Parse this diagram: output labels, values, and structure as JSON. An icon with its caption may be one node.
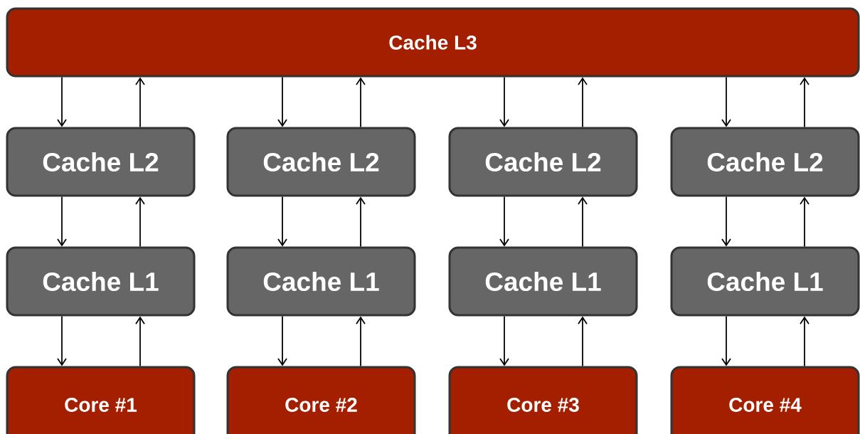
{
  "diagram": {
    "nodes": [
      {
        "text": [
          "Cache L3"
        ]
      },
      {
        "text": [
          "Cache L2"
        ]
      },
      {
        "text": [
          "Cache L2"
        ]
      },
      {
        "text": [
          "Cache L2"
        ]
      },
      {
        "text": [
          "Cache L2"
        ]
      },
      {
        "text": [
          "Cache L1"
        ]
      },
      {
        "text": [
          "Cache L1"
        ]
      },
      {
        "text": [
          "Cache L1"
        ]
      },
      {
        "text": [
          "Cache L1"
        ]
      },
      {
        "text": [
          "Core #1"
        ]
      },
      {
        "text": [
          "Core #2"
        ]
      },
      {
        "text": [
          "Core #3"
        ]
      },
      {
        "text": [
          "Core #4"
        ]
      }
    ],
    "edges": [
      {
        "from": 0,
        "to": 1,
        "arrow": "to"
      },
      {
        "from": 1,
        "to": 0,
        "arrow": "to"
      },
      {
        "from": 0,
        "to": 2,
        "arrow": "to"
      },
      {
        "from": 2,
        "to": 0,
        "arrow": "to"
      },
      {
        "from": 0,
        "to": 3,
        "arrow": "to"
      },
      {
        "from": 3,
        "to": 0,
        "arrow": "to"
      },
      {
        "from": 0,
        "to": 4,
        "arrow": "to"
      },
      {
        "from": 4,
        "to": 0,
        "arrow": "to"
      },
      {
        "from": 1,
        "to": 5,
        "arrow": "to"
      },
      {
        "from": 5,
        "to": 1,
        "arrow": "to"
      },
      {
        "from": 2,
        "to": 6,
        "arrow": "to"
      },
      {
        "from": 6,
        "to": 2,
        "arrow": "to"
      },
      {
        "from": 3,
        "to": 7,
        "arrow": "to"
      },
      {
        "from": 7,
        "to": 3,
        "arrow": "to"
      },
      {
        "from": 4,
        "to": 8,
        "arrow": "to"
      },
      {
        "from": 8,
        "to": 4,
        "arrow": "to"
      },
      {
        "from": 5,
        "to": 9,
        "arrow": "to"
      },
      {
        "from": 9,
        "to": 5,
        "arrow": "to"
      },
      {
        "from": 6,
        "to": 10,
        "arrow": "to"
      },
      {
        "from": 10,
        "to": 6,
        "arrow": "to"
      },
      {
        "from": 7,
        "to": 11,
        "arrow": "to"
      },
      {
        "from": 11,
        "to": 7,
        "arrow": "to"
      },
      {
        "from": 8,
        "to": 12,
        "arrow": "to"
      },
      {
        "from": 12,
        "to": 8,
        "arrow": "to"
      }
    ]
  }
}
